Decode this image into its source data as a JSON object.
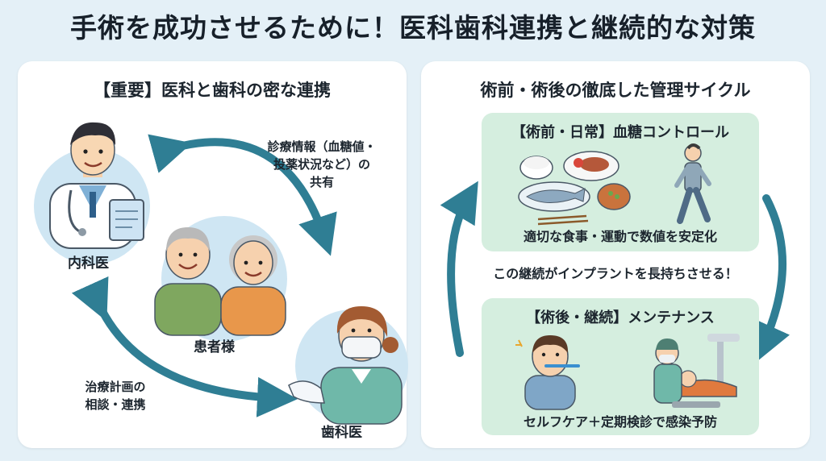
{
  "title": "手術を成功させるために！医科歯科連携と継続的な対策",
  "left": {
    "heading": "【重要】医科と歯科の密な連携",
    "internist": "内科医",
    "patients": "患者様",
    "dentist": "歯科医",
    "share_lines": [
      "診療情報（血糖値・",
      "投薬状況など）の",
      "共有"
    ],
    "consult_lines": [
      "治療計画の",
      "相談・連携"
    ]
  },
  "right": {
    "heading": "術前・術後の徹底した管理サイクル",
    "pre_card": {
      "title": "【術前・日常】血糖コントロール",
      "caption": "適切な食事・運動で数値を安定化"
    },
    "middle_text": "この継続がインプラントを長持ちさせる！",
    "post_card": {
      "title": "【術後・継続】メンテナンス",
      "caption": "セルフケア＋定期検診で感染予防"
    }
  },
  "colors": {
    "arrow": "#2f7e94",
    "card": "#d5eedf",
    "circle": "#cfe6f3"
  }
}
